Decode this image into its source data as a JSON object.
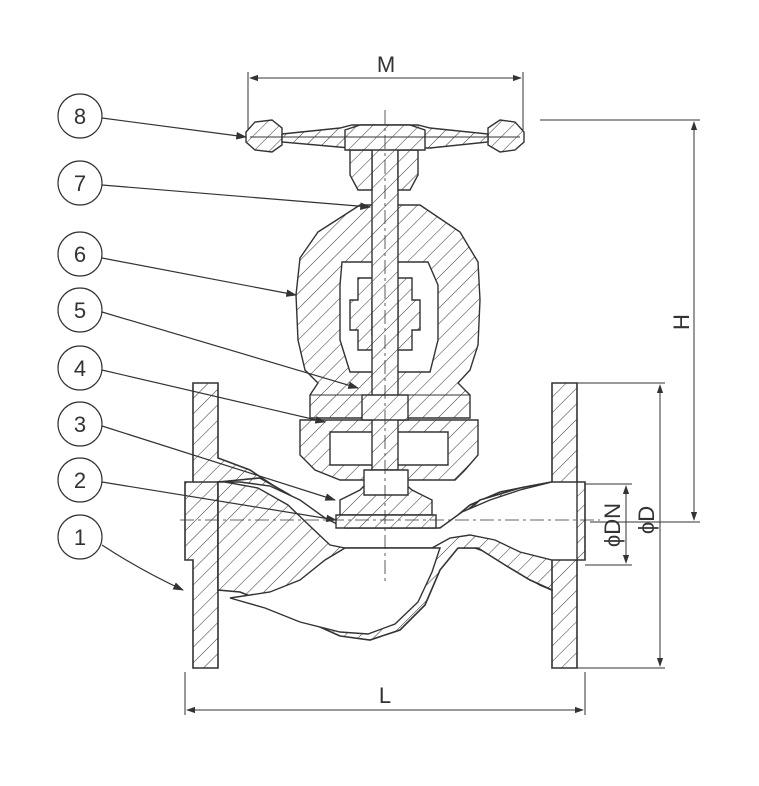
{
  "labels": {
    "b1": "1",
    "b2": "2",
    "b3": "3",
    "b4": "4",
    "b5": "5",
    "b6": "6",
    "b7": "7",
    "b8": "8"
  },
  "dimensions": {
    "M": "M",
    "H": "H",
    "L": "L",
    "DN": "ϕDN",
    "D": "ϕD"
  },
  "colors": {
    "line": "#333333",
    "background": "#ffffff"
  }
}
